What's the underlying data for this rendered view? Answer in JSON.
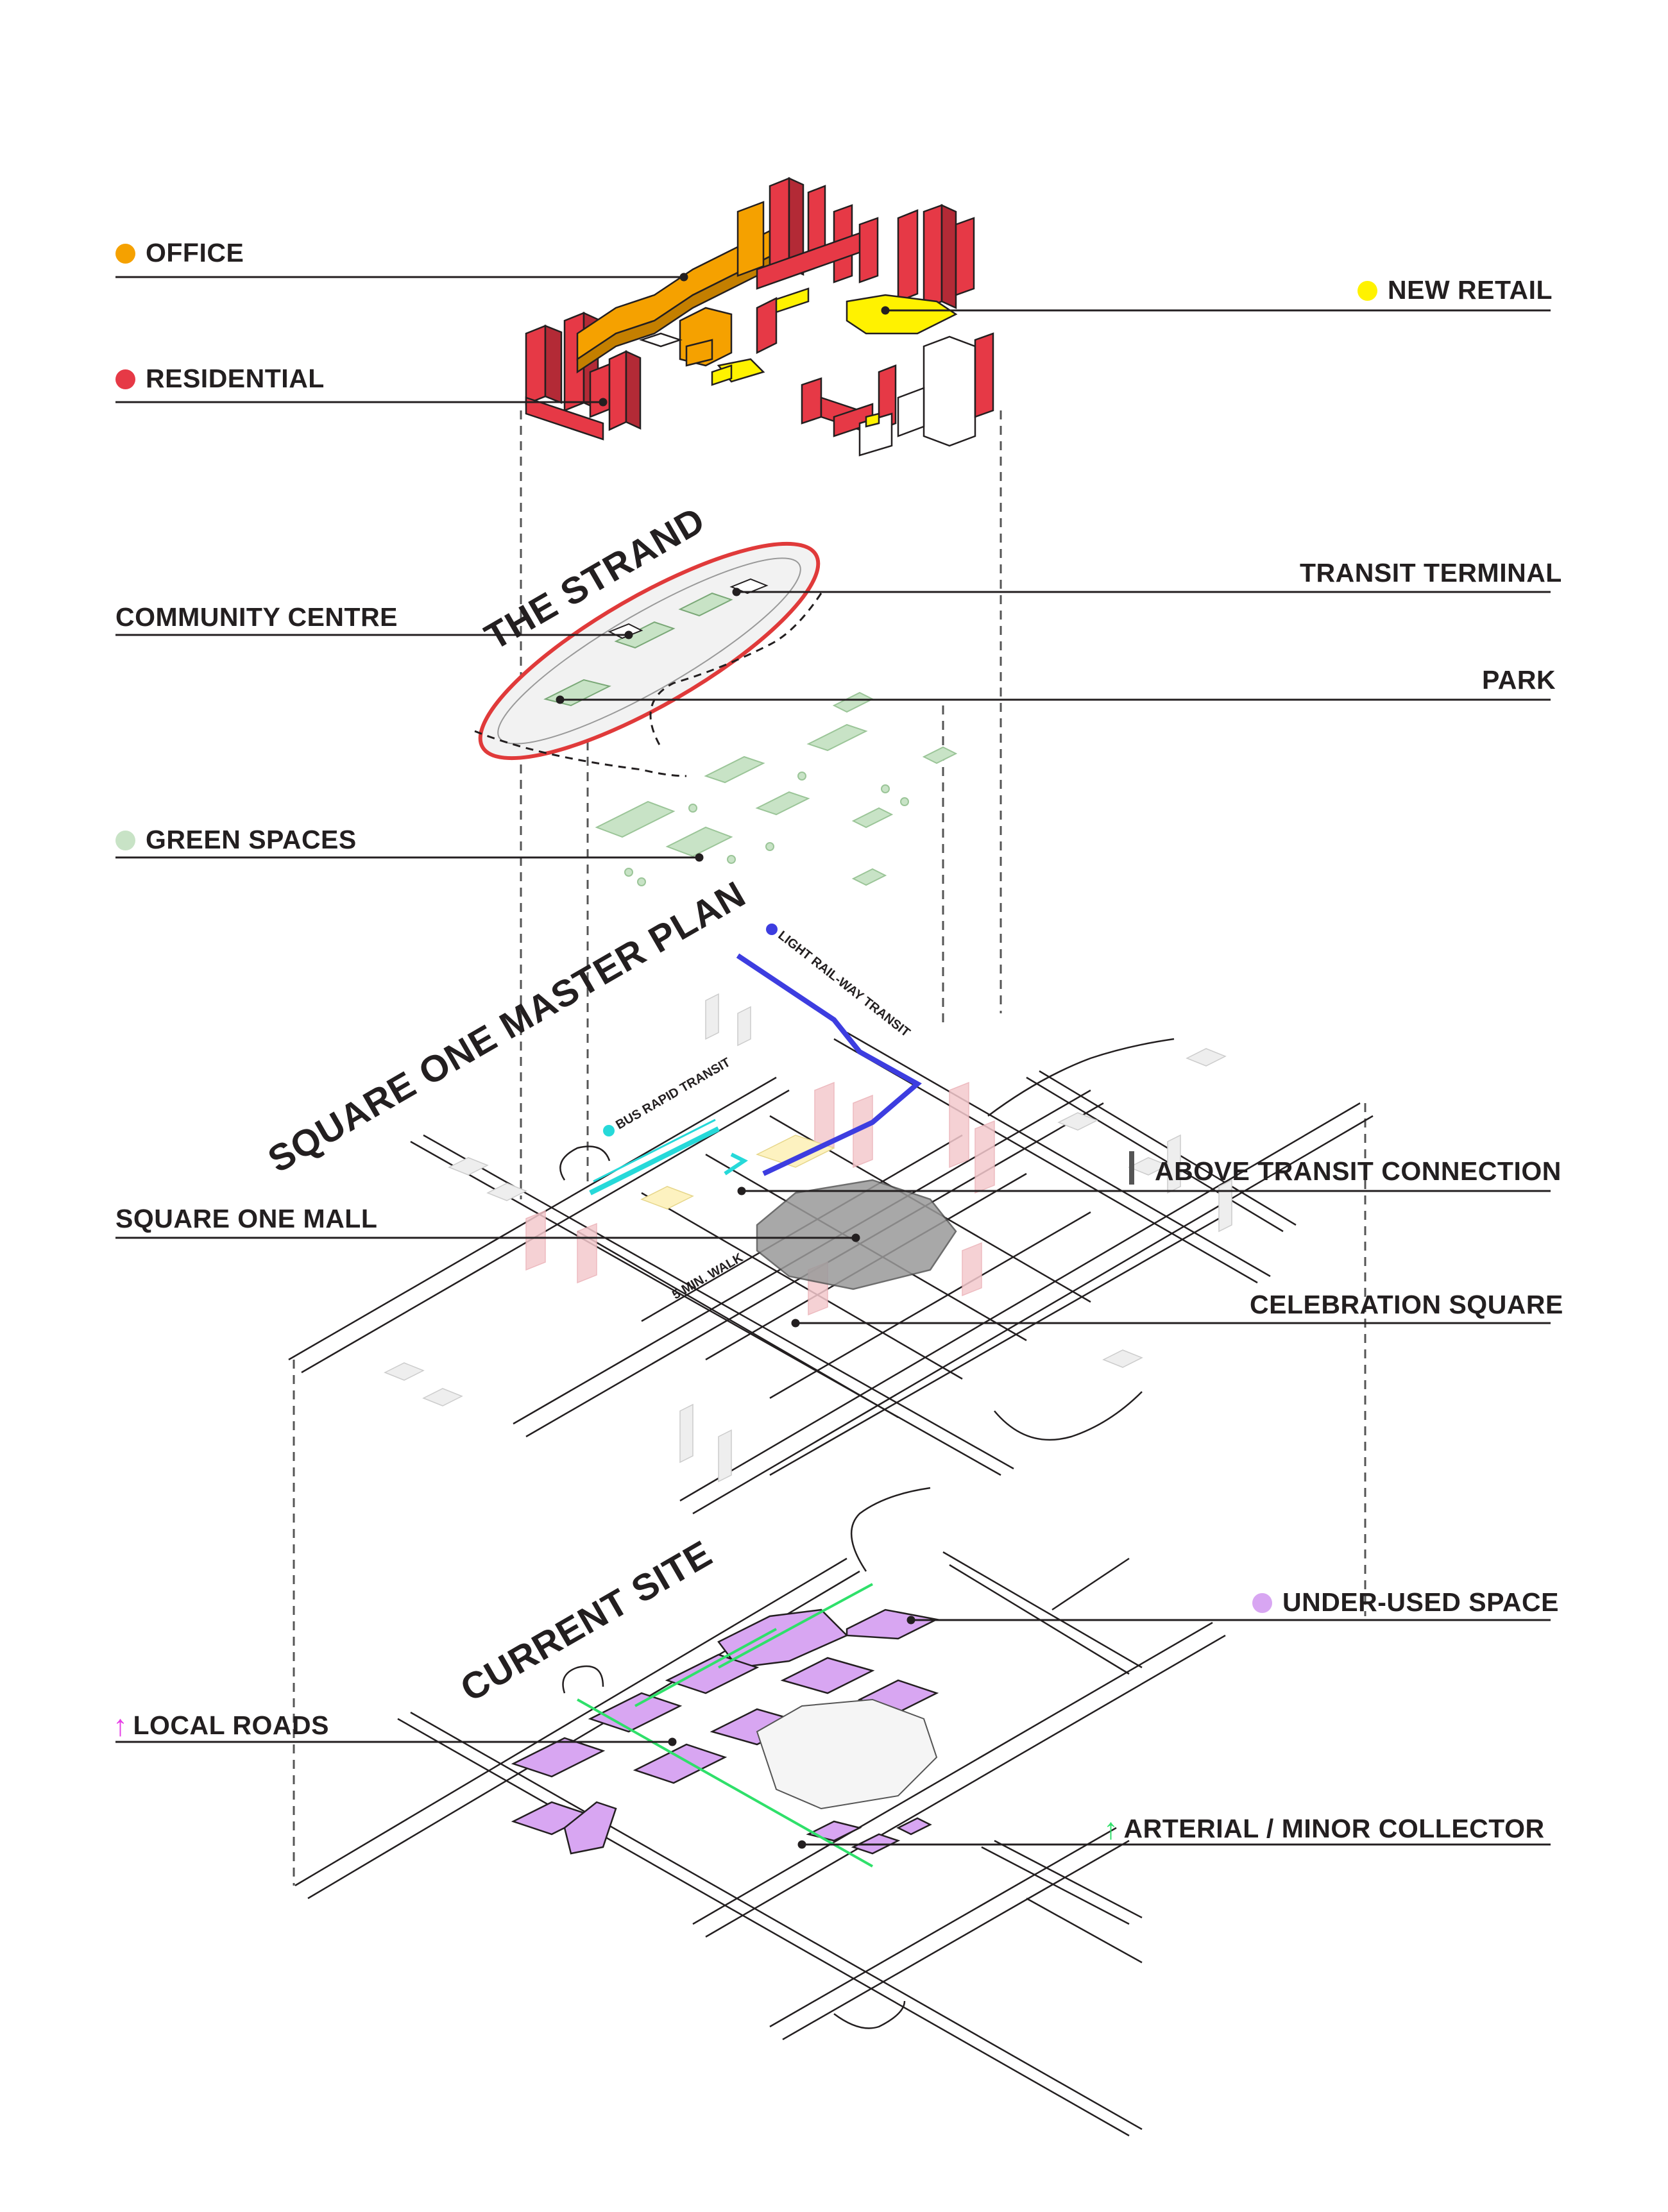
{
  "colors": {
    "office": "#f5a100",
    "residential": "#e63946",
    "new_retail": "#fff200",
    "green_spaces": "#c8e3c6",
    "under_used_space": "#d8a6f2",
    "light_rail": "#3d3de0",
    "bus_rapid": "#26d9d9",
    "local_roads": "#e63ee6",
    "arterial": "#2fe06a",
    "strand_ring": "#e03a3a"
  },
  "legend": {
    "office": "OFFICE",
    "residential": "RESIDENTIAL",
    "new_retail": "NEW RETAIL",
    "community_centre": "COMMUNITY CENTRE",
    "transit_terminal": "TRANSIT TERMINAL",
    "park": "PARK",
    "green_spaces": "GREEN SPACES",
    "above_transit_connection": "ABOVE TRANSIT CONNECTION",
    "square_one_mall": "SQUARE ONE MALL",
    "celebration_square": "CELEBRATION SQUARE",
    "under_used_space": "UNDER-USED SPACE",
    "local_roads": "LOCAL ROADS",
    "arterial_minor_collector": "ARTERIAL / MINOR COLLECTOR"
  },
  "layers": {
    "the_strand": "THE STRAND",
    "master_plan": "SQUARE ONE MASTER PLAN",
    "current_site": "CURRENT SITE"
  },
  "tags": {
    "light_rail": "LIGHT RAIL-WAY TRANSIT",
    "bus_rapid": "BUS RAPID TRANSIT",
    "walk": "5 MIN. WALK"
  }
}
